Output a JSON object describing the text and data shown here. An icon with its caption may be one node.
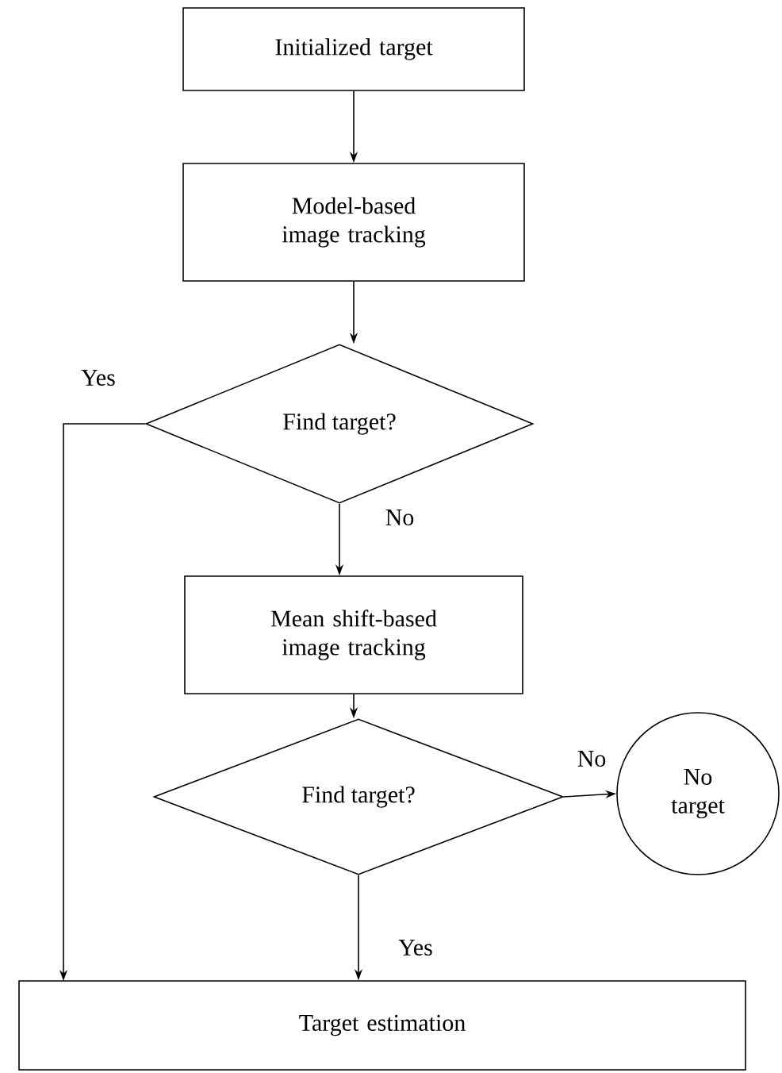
{
  "diagram": {
    "nodes": [
      {
        "text": [
          "Initialized target"
        ]
      },
      {
        "text": [
          "Model-based image tracking"
        ]
      },
      {
        "text": [
          "Find target?"
        ]
      },
      {
        "text": [
          "Mean shift-based image tracking"
        ]
      },
      {
        "text": [
          "Find target?"
        ]
      },
      {
        "text": [
          "No target"
        ]
      },
      {
        "text": [
          "Target estimation"
        ]
      }
    ],
    "edges": [
      {
        "from": 0,
        "to": 1,
        "arrow": "to"
      },
      {
        "from": 1,
        "to": 2,
        "arrow": "to"
      },
      {
        "from": 2,
        "to": 3,
        "arrow": "to",
        "label": "No"
      },
      {
        "from": 2,
        "to": 6,
        "arrow": "to",
        "label": "Yes"
      },
      {
        "from": 3,
        "to": 4,
        "arrow": "to"
      },
      {
        "from": 4,
        "to": 5,
        "arrow": "to",
        "label": "No"
      },
      {
        "from": 4,
        "to": 6,
        "arrow": "to",
        "label": "Yes"
      }
    ]
  }
}
